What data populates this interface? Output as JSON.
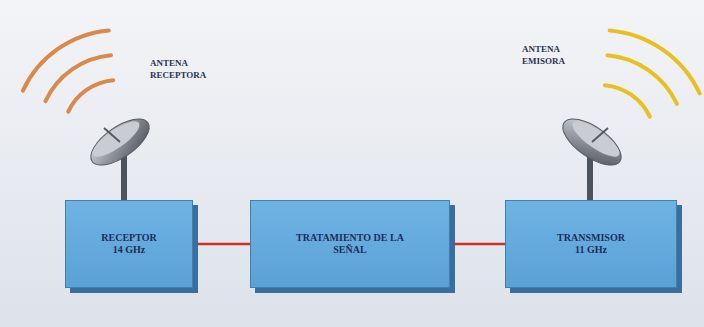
{
  "diagram": {
    "nodes": [
      {
        "text": [
          "RECEPTOR",
          "14 GHz"
        ]
      },
      {
        "text": [
          "TRATAMIENTO DE LA SEÑAL"
        ]
      },
      {
        "text": [
          "TRANSMISOR",
          "11 GHz"
        ]
      }
    ],
    "edges": [
      {
        "from": 0,
        "to": 1,
        "arrow": "none"
      },
      {
        "from": 1,
        "to": 2,
        "arrow": "none"
      }
    ],
    "labels": [
      "ANTENA RECEPTORA",
      "ANTENA EMISORA"
    ]
  }
}
